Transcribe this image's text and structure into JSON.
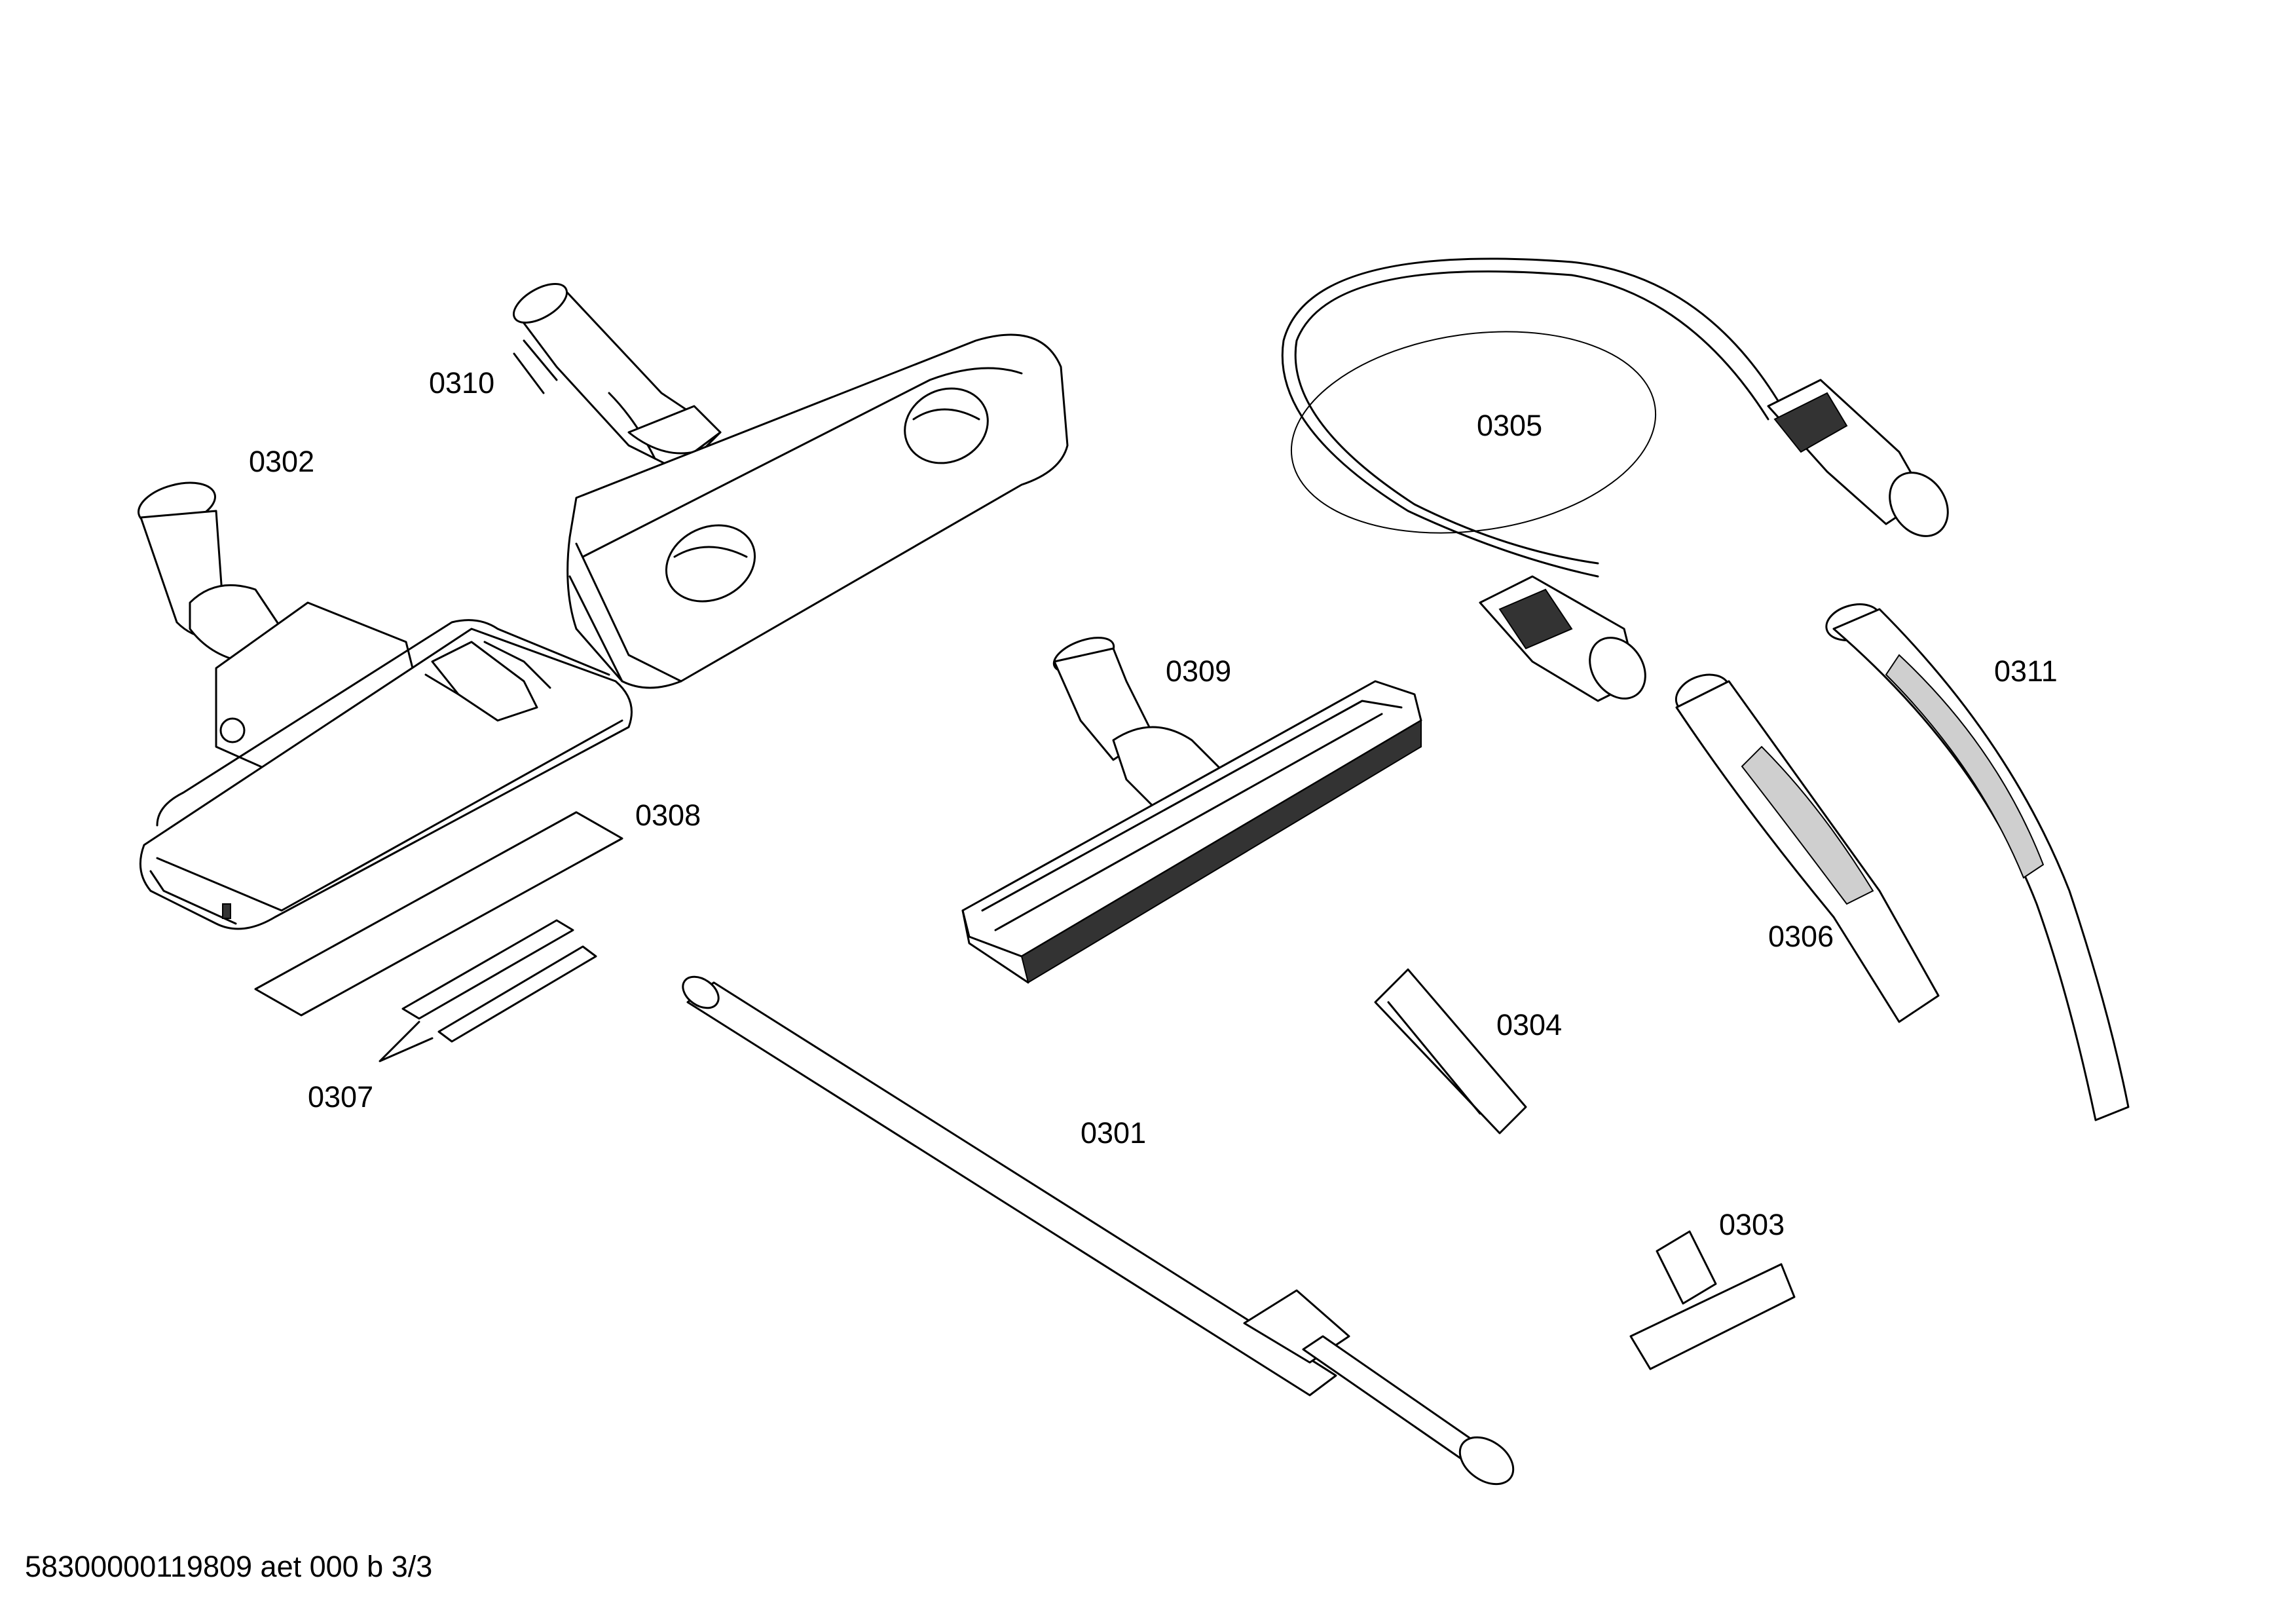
{
  "diagram": {
    "labels": {
      "p0301": "0301",
      "p0302": "0302",
      "p0303": "0303",
      "p0304": "0304",
      "p0305": "0305",
      "p0306": "0306",
      "p0307": "0307",
      "p0308": "0308",
      "p0309": "0309",
      "p0310": "0310",
      "p0311": "0311"
    },
    "footer": "58300000119809 aet 000 b 3/3"
  }
}
